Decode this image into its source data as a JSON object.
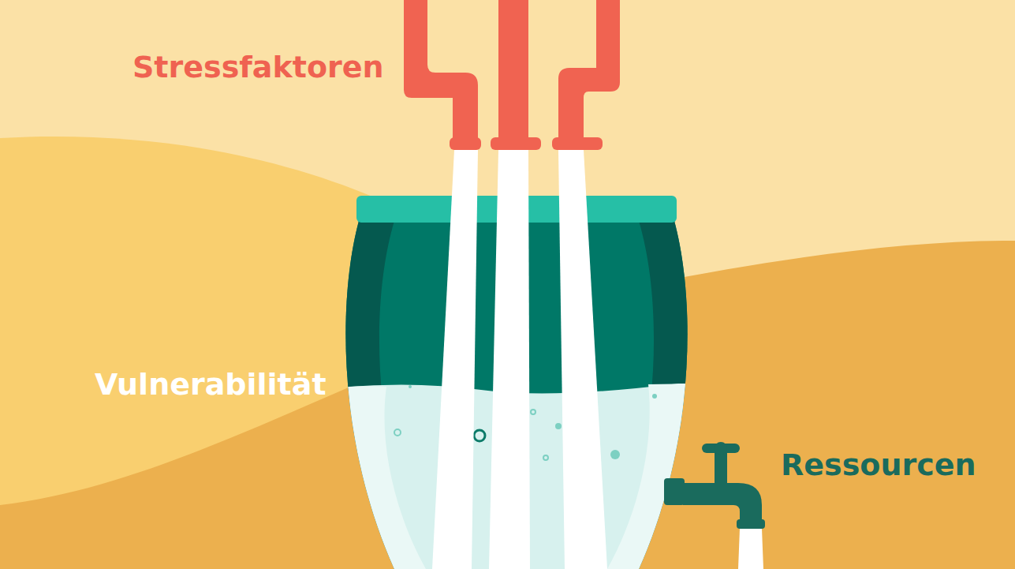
{
  "diagram": {
    "labels": [
      "Stressfaktoren",
      "Vulnerabilität",
      "Ressourcen"
    ]
  }
}
